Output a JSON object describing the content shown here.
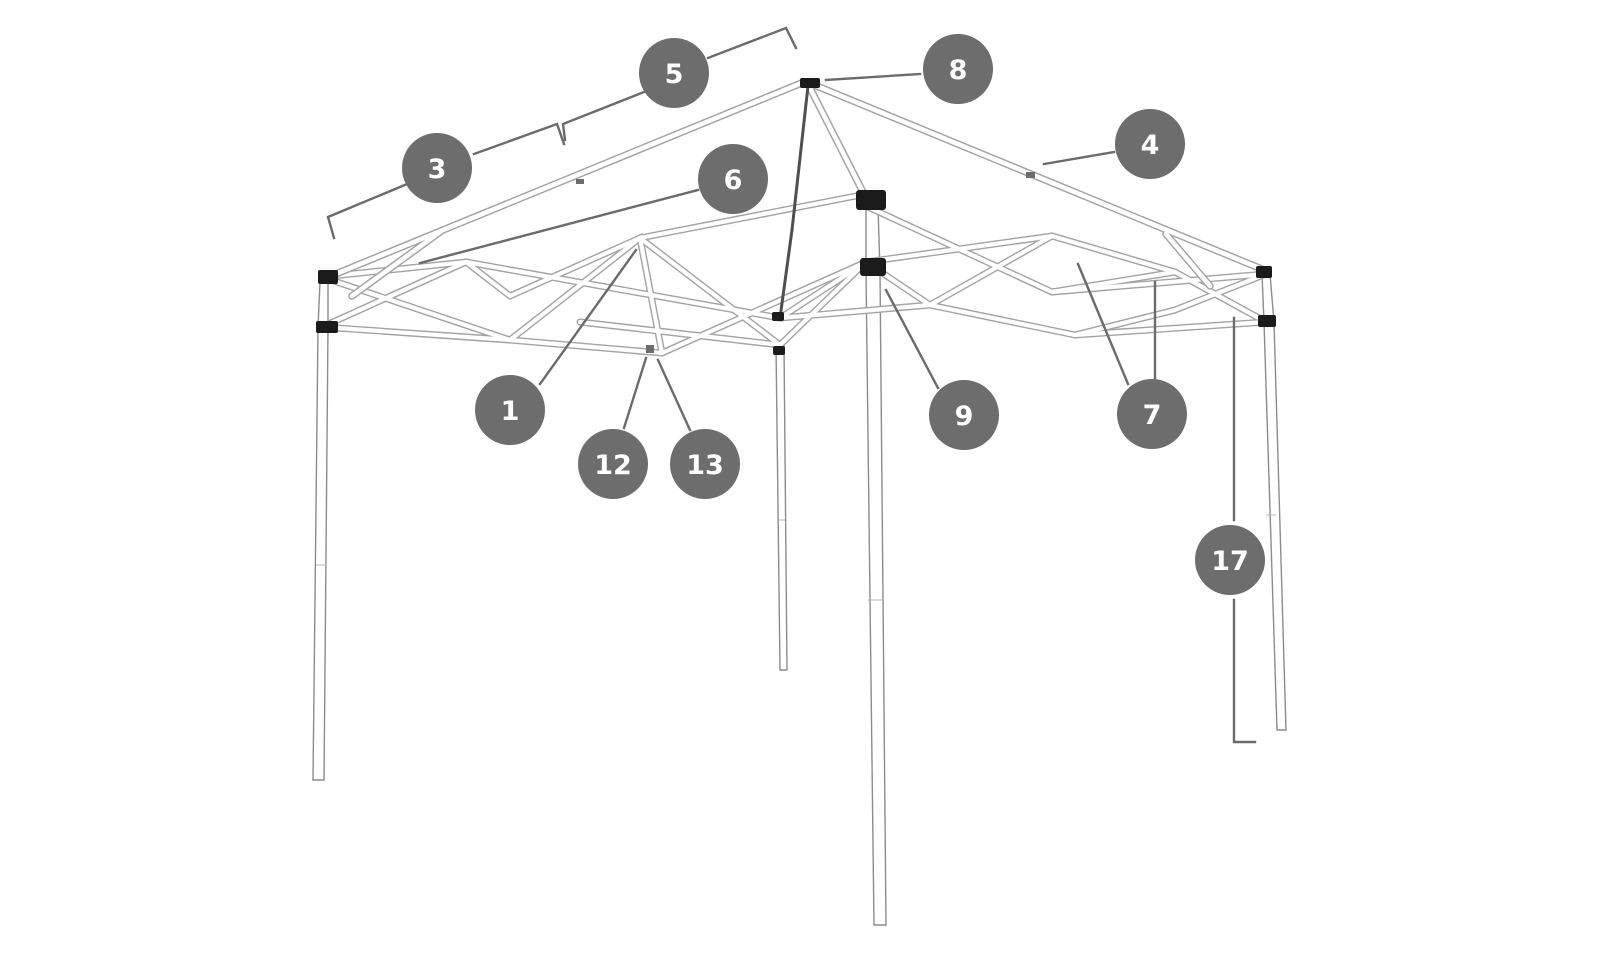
{
  "diagram": {
    "callouts": [
      {
        "id": "1",
        "label": "1"
      },
      {
        "id": "3",
        "label": "3"
      },
      {
        "id": "4",
        "label": "4"
      },
      {
        "id": "5",
        "label": "5"
      },
      {
        "id": "6",
        "label": "6"
      },
      {
        "id": "7",
        "label": "7"
      },
      {
        "id": "8",
        "label": "8"
      },
      {
        "id": "9",
        "label": "9"
      },
      {
        "id": "12",
        "label": "12"
      },
      {
        "id": "13",
        "label": "13"
      },
      {
        "id": "17",
        "label": "17"
      }
    ],
    "colors": {
      "callout_fill": "#6d6d6d",
      "callout_text": "#ffffff",
      "leader_line": "#6b6b6b",
      "frame_outline": "#a3a3a3",
      "connector_black": "#1b1b1b",
      "background": "#ffffff"
    }
  }
}
